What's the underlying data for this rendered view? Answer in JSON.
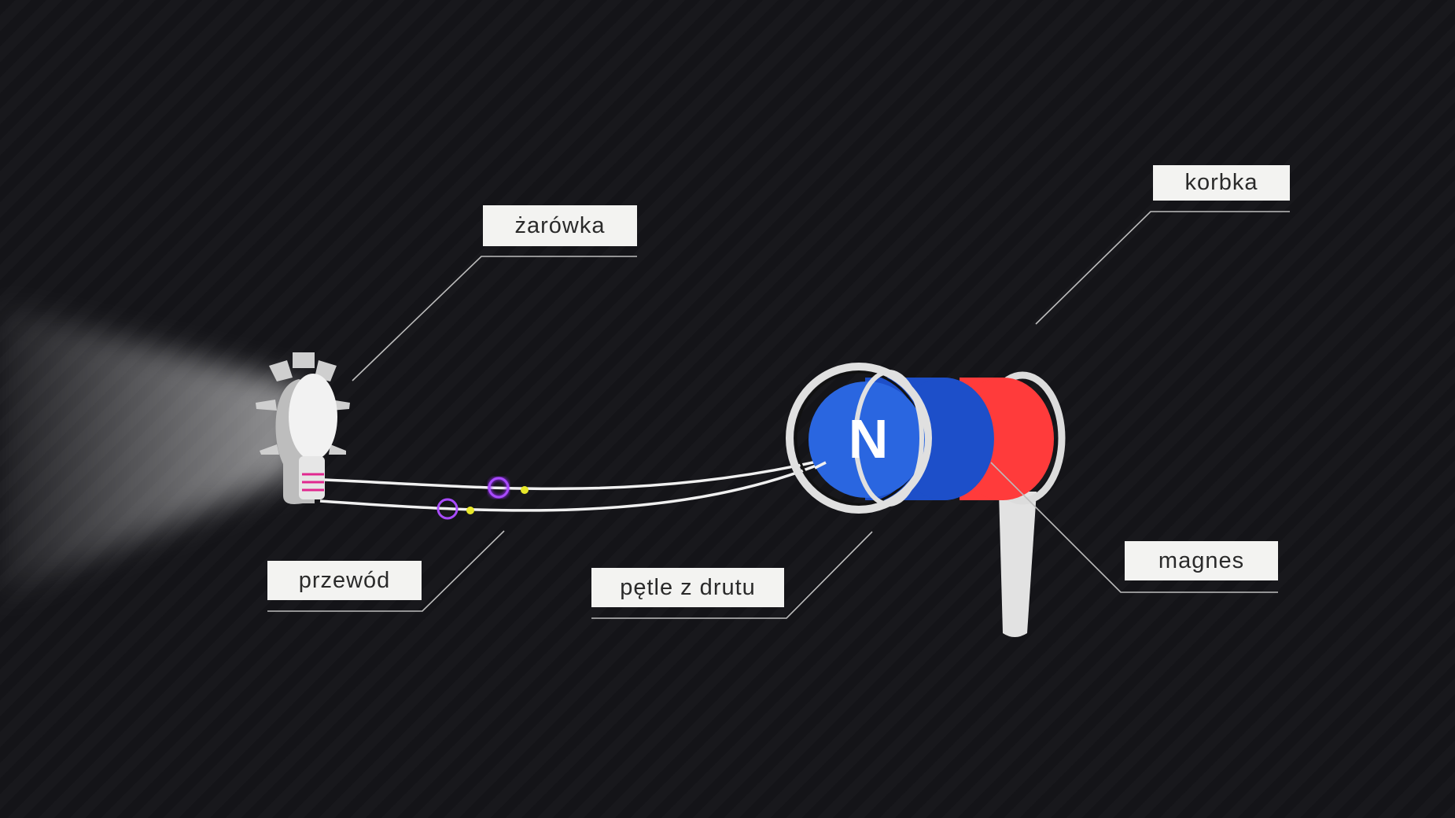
{
  "labels": {
    "bulb": "żarówka",
    "crank": "korbka",
    "wire": "przewód",
    "coil": "pętle z drutu",
    "magnet": "magnes"
  },
  "magnet_pole": "N",
  "colors": {
    "background": "#131316",
    "magnet_north": "#2a66e0",
    "magnet_body_blue": "#1d4fc9",
    "magnet_south": "#ff3b3b",
    "charge_positive": "#9b2cff",
    "charge_negative": "#e8e82a",
    "filament": "#e0288f"
  }
}
